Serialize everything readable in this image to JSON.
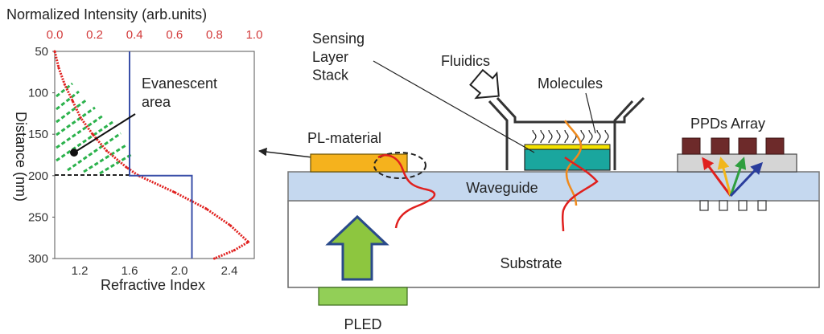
{
  "colors": {
    "red": "#e0201e",
    "blue": "#3a4fa8",
    "orange": "#f08a1c",
    "waveguide": "#c5d8ef",
    "pl_material": "#f5b21d",
    "sensing": "#1aa69e",
    "yellow": "#f3e200",
    "ppd": "#6d2a2a",
    "gray_block": "#d5d5d5",
    "green_arrow": "#8dc63f",
    "pled": "#92cf57",
    "hatch": "#2bb24c"
  },
  "plot": {
    "top_axis_title": "Normalized Intensity (arb.units)",
    "top_ticks": [
      "0.0",
      "0.2",
      "0.4",
      "0.6",
      "0.8",
      "1.0"
    ],
    "y_axis_title": "Distance (nm)",
    "y_ticks": [
      "50",
      "100",
      "150",
      "200",
      "250",
      "300"
    ],
    "x_axis_title": "Refractive Index",
    "x_ticks": [
      "1.2",
      "1.6",
      "2.0",
      "2.4"
    ],
    "annotation": "Evanescent\narea"
  },
  "chart_data": {
    "type": "line",
    "ylabel": "Distance (nm)",
    "ylim": [
      50,
      300
    ],
    "y_inverted": true,
    "xlabel": "Refractive Index",
    "xlim": [
      1.0,
      2.6
    ],
    "x2label": "Normalized Intensity (arb.units)",
    "x2lim": [
      0.0,
      1.0
    ],
    "series": [
      {
        "axis": "top",
        "color": "#e0201e",
        "points": [
          [
            0.0,
            50
          ],
          [
            0.02,
            70
          ],
          [
            0.05,
            90
          ],
          [
            0.09,
            110
          ],
          [
            0.13,
            130
          ],
          [
            0.19,
            150
          ],
          [
            0.26,
            170
          ],
          [
            0.36,
            190
          ],
          [
            0.42,
            200
          ],
          [
            0.6,
            220
          ],
          [
            0.76,
            240
          ],
          [
            0.88,
            260
          ],
          [
            0.97,
            280
          ],
          [
            0.9,
            290
          ],
          [
            0.8,
            300
          ]
        ]
      },
      {
        "axis": "bottom",
        "color": "#3a4fa8",
        "points": [
          [
            1.6,
            50
          ],
          [
            1.6,
            200
          ],
          [
            2.1,
            200
          ],
          [
            2.1,
            300
          ]
        ]
      }
    ],
    "shaded_region": {
      "from_y": 100,
      "to_y": 200,
      "label": "Evanescent area"
    }
  },
  "diagram": {
    "labels": {
      "sensing_layer_stack": "Sensing\nLayer\nStack",
      "fluidics": "Fluidics",
      "molecules": "Molecules",
      "pl_material": "PL-material",
      "ppds_array": "PPDs Array",
      "waveguide": "Waveguide",
      "substrate": "Substrate",
      "pled": "PLED"
    }
  }
}
